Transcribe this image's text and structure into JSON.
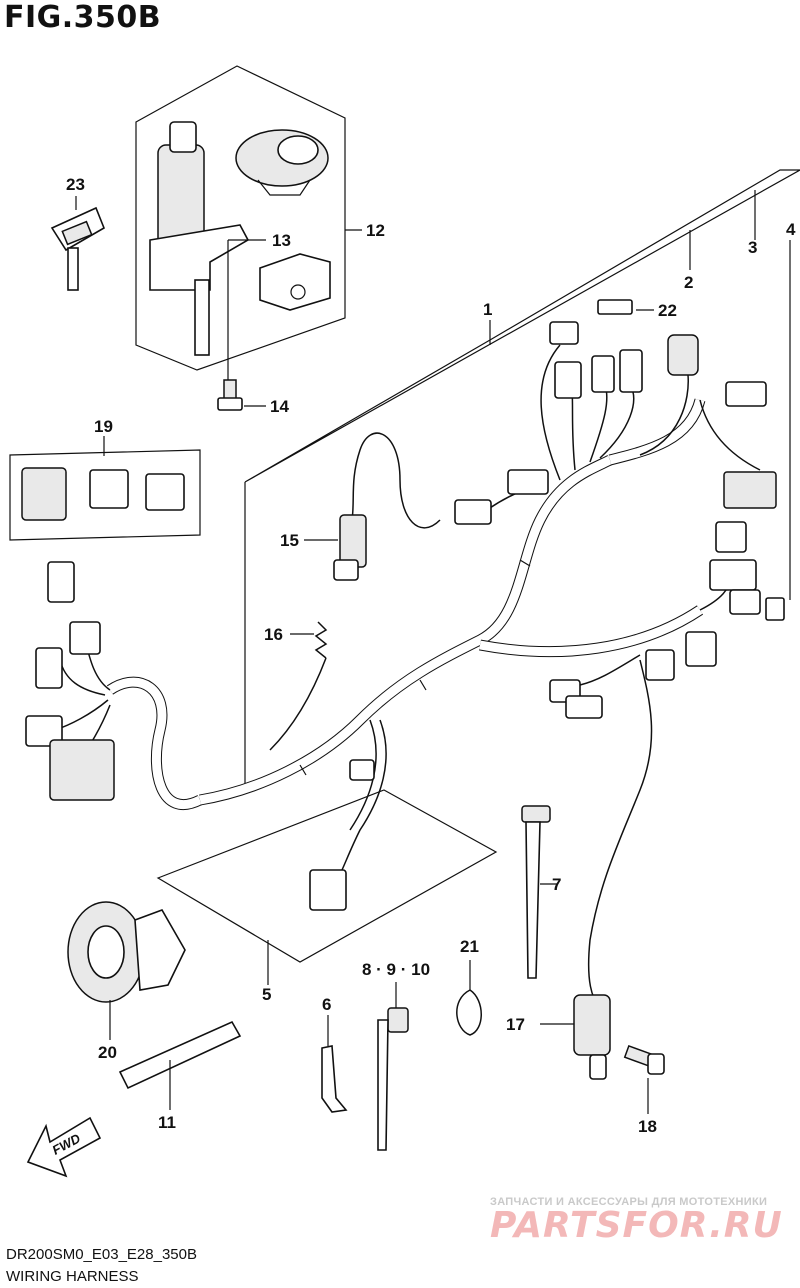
{
  "figure": {
    "title": "FIG.350B",
    "model_code": "DR200SM0_E03_E28_350B",
    "caption": "WIRING HARNESS"
  },
  "callouts": [
    {
      "id": "c1",
      "label": "1"
    },
    {
      "id": "c2",
      "label": "2"
    },
    {
      "id": "c3",
      "label": "3"
    },
    {
      "id": "c4",
      "label": "4"
    },
    {
      "id": "c5",
      "label": "5"
    },
    {
      "id": "c6",
      "label": "6"
    },
    {
      "id": "c7",
      "label": "7"
    },
    {
      "id": "c8910",
      "label": "8 · 9 · 10"
    },
    {
      "id": "c11",
      "label": "11"
    },
    {
      "id": "c12",
      "label": "12"
    },
    {
      "id": "c13",
      "label": "13"
    },
    {
      "id": "c14",
      "label": "14"
    },
    {
      "id": "c15",
      "label": "15"
    },
    {
      "id": "c16",
      "label": "16"
    },
    {
      "id": "c17",
      "label": "17"
    },
    {
      "id": "c18",
      "label": "18"
    },
    {
      "id": "c19",
      "label": "19"
    },
    {
      "id": "c20",
      "label": "20"
    },
    {
      "id": "c21",
      "label": "21"
    },
    {
      "id": "c22",
      "label": "22"
    },
    {
      "id": "c23",
      "label": "23"
    }
  ],
  "fwd_arrow": {
    "label": "FWD"
  },
  "watermark": {
    "tagline": "ЗАПЧАСТИ И АКСЕССУАРЫ ДЛЯ МОТОТЕХНИКИ",
    "logo": "PARTSFOR.RU"
  }
}
